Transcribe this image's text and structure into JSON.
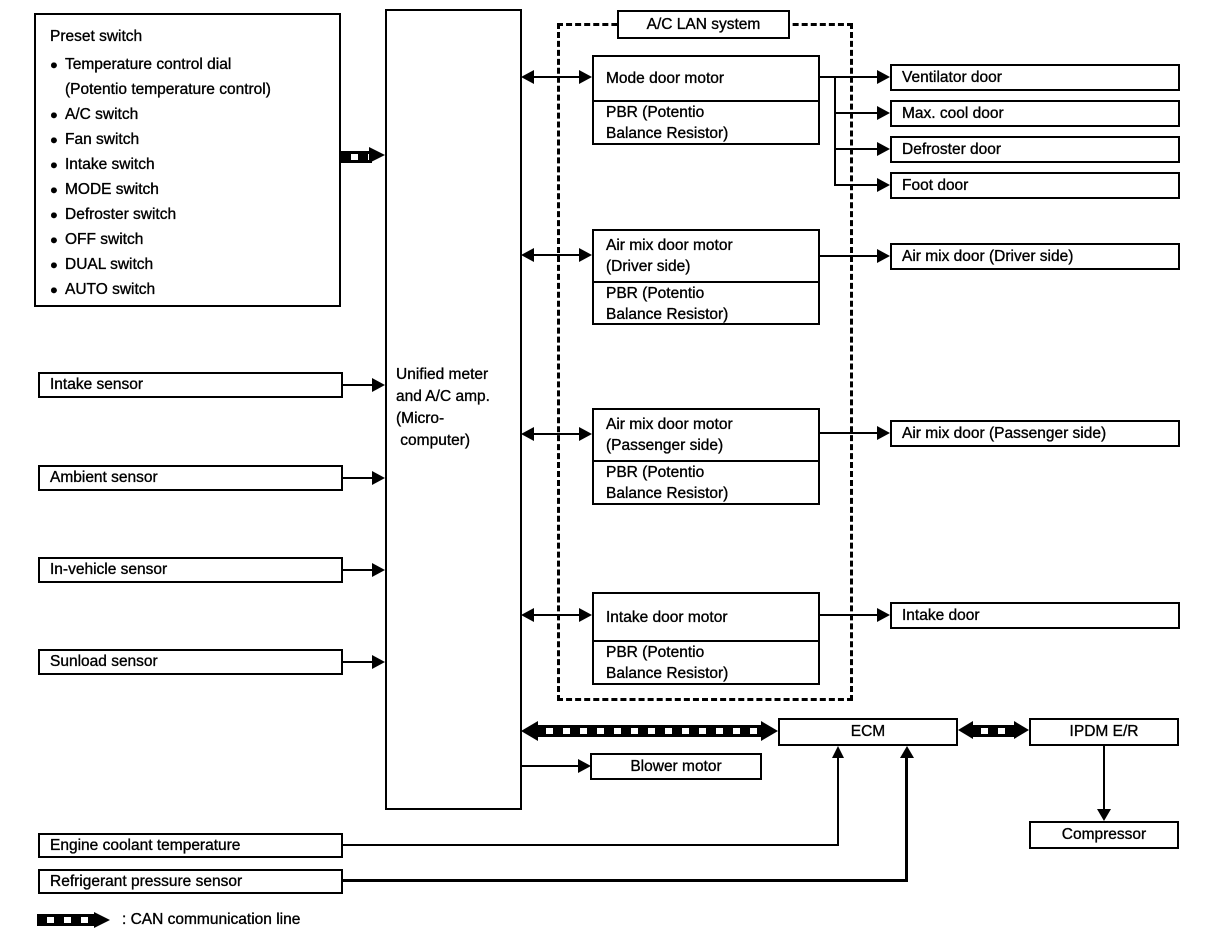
{
  "colors": {
    "line": "#000000",
    "background": "#ffffff"
  },
  "preset_switch": {
    "title": "Preset switch",
    "items": [
      "Temperature control dial\n(Potentio temperature control)",
      "A/C switch",
      "Fan switch",
      "Intake switch",
      "MODE switch",
      "Defroster switch",
      "OFF switch",
      "DUAL switch",
      "AUTO switch"
    ]
  },
  "amp": {
    "label": "Unified meter\nand A/C amp.\n(Micro-\n computer)"
  },
  "ac_lan": {
    "title": "A/C LAN system"
  },
  "motors": {
    "mode": {
      "label": "Mode door motor",
      "pbr": "PBR (Potentio\nBalance Resistor)"
    },
    "air_mix_driver": {
      "label": "Air mix door motor\n(Driver side)",
      "pbr": "PBR (Potentio\nBalance Resistor)"
    },
    "air_mix_passenger": {
      "label": "Air mix door motor\n(Passenger side)",
      "pbr": "PBR (Potentio\nBalance Resistor)"
    },
    "intake": {
      "label": "Intake door motor",
      "pbr": "PBR (Potentio\nBalance Resistor)"
    }
  },
  "doors": {
    "ventilator": "Ventilator door",
    "max_cool": "Max. cool door",
    "defroster": "Defroster door",
    "foot": "Foot door",
    "air_mix_driver": "Air mix door (Driver side)",
    "air_mix_passenger": "Air mix door (Passenger side)",
    "intake": "Intake door"
  },
  "sensors": {
    "intake": "Intake sensor",
    "ambient": "Ambient sensor",
    "in_vehicle": "In-vehicle sensor",
    "sunload": "Sunload sensor",
    "engine_coolant": "Engine coolant temperature",
    "refrigerant": "Refrigerant pressure sensor"
  },
  "modules": {
    "ecm": "ECM",
    "ipdm": "IPDM E/R",
    "blower": "Blower motor",
    "compressor": "Compressor"
  },
  "legend": {
    "can_label": ": CAN communication line"
  }
}
